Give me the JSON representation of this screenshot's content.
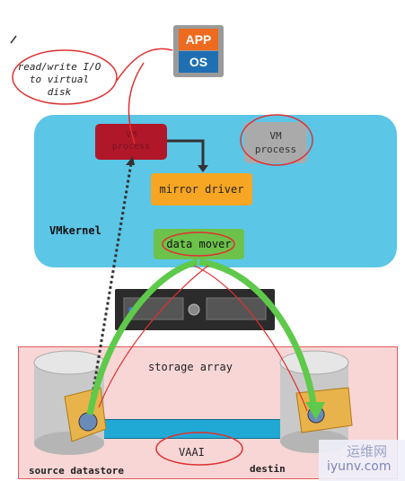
{
  "app_os": {
    "app": "APP",
    "os": "OS"
  },
  "note": {
    "line1": "read/write I/O",
    "line2": "to virtual",
    "line3": "disk"
  },
  "vm_process_red": {
    "line1": "VM",
    "line2": "process"
  },
  "vm_process_gray": {
    "line1": "VM",
    "line2": "process"
  },
  "mirror_driver": "mirror driver",
  "data_mover": "data mover",
  "vmkernel": "VMkernel",
  "storage_array": "storage array",
  "vaai": "VAAI",
  "source_datastore": "source datastore",
  "destination": "destin",
  "watermark": {
    "top": "运维网",
    "bottom": "iyunv.com"
  },
  "colors": {
    "vmkernel": "#5bc6e6",
    "storage_array": "#f8d6d6",
    "vm_process_red": "#b0182a",
    "vm_process_gray": "#aaaaaa",
    "mirror_driver": "#f6a623",
    "data_mover": "#6cc24a",
    "annotation": "#e03030",
    "flow_arrow": "#5ec94a"
  }
}
